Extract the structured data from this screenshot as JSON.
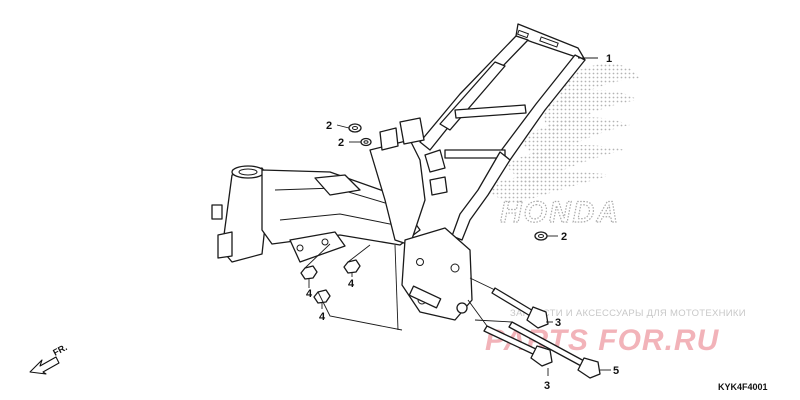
{
  "diagram": {
    "diagram_code": "KYK4F4001",
    "front_arrow_label": "FR.",
    "brand_watermark": "HONDA",
    "shop_watermark_top": "ЗАПЧАСТИ И АКСЕССУАРЫ ДЛЯ МОТОТЕХНИКИ",
    "shop_watermark_logo": "PARTS FOR.RU",
    "callouts": [
      {
        "label": "1"
      },
      {
        "label": "2"
      },
      {
        "label": "2"
      },
      {
        "label": "2"
      },
      {
        "label": "3"
      },
      {
        "label": "3"
      },
      {
        "label": "4"
      },
      {
        "label": "4"
      },
      {
        "label": "4"
      },
      {
        "label": "5"
      }
    ]
  }
}
